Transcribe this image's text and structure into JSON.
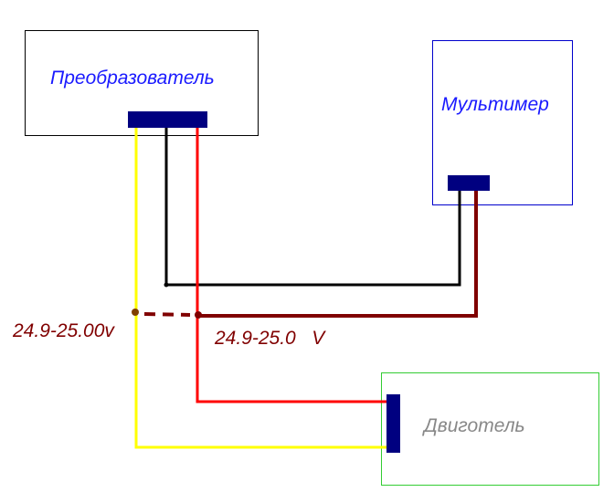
{
  "blocks": {
    "converter": {
      "label": "Преобразователь",
      "border": "#000000",
      "text_color": "#1a1aff"
    },
    "multimeter": {
      "label": "Мультимер",
      "border": "#0000cc",
      "text_color": "#1a1aff"
    },
    "motor": {
      "label": "Двиготель",
      "border": "#33cc33",
      "text_color": "#888888"
    }
  },
  "readings": {
    "left": "24.9-25.00v",
    "right": "24.9-25.0   V"
  },
  "colors": {
    "connector": "#000080",
    "wire_yellow": "#ffff00",
    "wire_black": "#000000",
    "wire_red": "#ff0000",
    "wire_darkred": "#800000",
    "label": "#800000"
  }
}
